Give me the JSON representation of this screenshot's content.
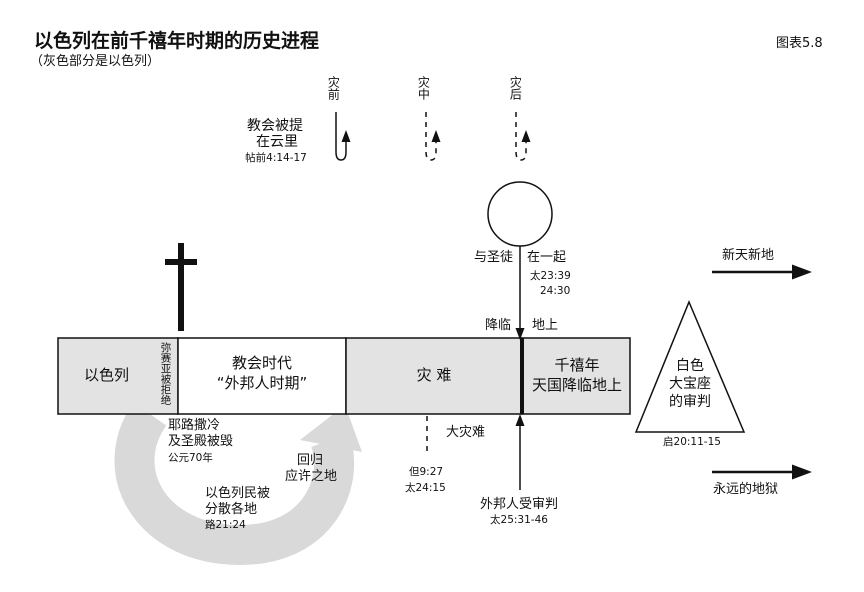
{
  "title": "以色列在前千禧年时期的历史进程",
  "subtitle": "（灰色部分是以色列）",
  "figure_label": "图表5.8",
  "rapture": {
    "pre": "灾前",
    "mid": "灾中",
    "post": "灾后",
    "label1": "教会被提",
    "label2": "在云里",
    "ref": "帖前4:14-17"
  },
  "second_coming": {
    "with_saints": "与圣徒",
    "together": "在一起",
    "ref1": "太23:39",
    "ref2": "24:30",
    "descend": "降临",
    "earth": "地上"
  },
  "bar": {
    "israel": "以色列",
    "rejected": "弥赛亚被拒绝",
    "church1": "教会时代",
    "church2": "“外邦人时期”",
    "tribulation": "灾 难",
    "millennium1": "千禧年",
    "millennium2": "天国降临地上"
  },
  "below": {
    "jerusalem1": "耶路撒冷",
    "jerusalem2": "及圣殿被毁",
    "jerusalem3": "公元70年",
    "return1": "回归",
    "return2": "应许之地",
    "scatter1": "以色列民被",
    "scatter2": "分散各地",
    "scatter_ref": "路21:24",
    "great_trib": "大灾难",
    "dan1": "但9:27",
    "dan2": "太24:15",
    "gentiles": "外邦人受审判",
    "gentiles_ref": "太25:31-46"
  },
  "judgment": {
    "l1": "白色",
    "l2": "大宝座",
    "l3": "的审判",
    "ref": "启20:11-15"
  },
  "new_heaven": "新天新地",
  "hell": "永远的地狱"
}
